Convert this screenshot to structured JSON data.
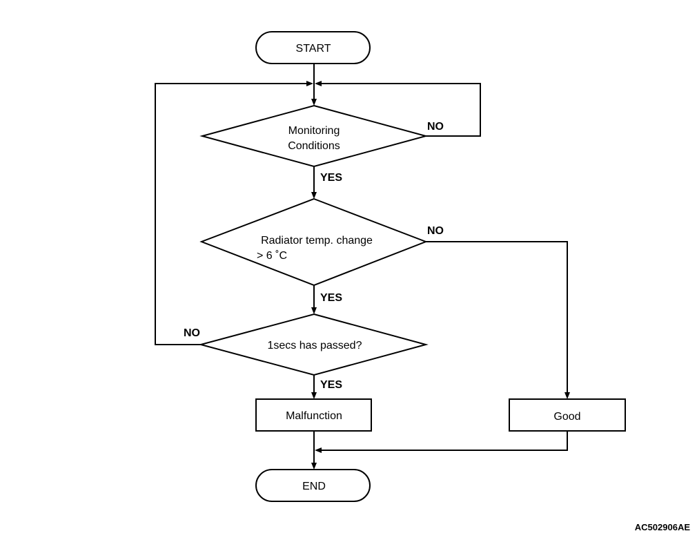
{
  "nodes": {
    "start": "START",
    "monitoring_line1": "Monitoring",
    "monitoring_line2": "Conditions",
    "radiator_line1": "Radiator temp. change",
    "radiator_line2": "> 6 ˚C",
    "passed": "1secs has passed?",
    "malfunction": "Malfunction",
    "good": "Good",
    "end": "END"
  },
  "edges": {
    "monitoring_no": "NO",
    "monitoring_yes": "YES",
    "radiator_no": "NO",
    "radiator_yes": "YES",
    "passed_no": "NO",
    "passed_yes": "YES"
  },
  "figure_code": "AC502906AE"
}
